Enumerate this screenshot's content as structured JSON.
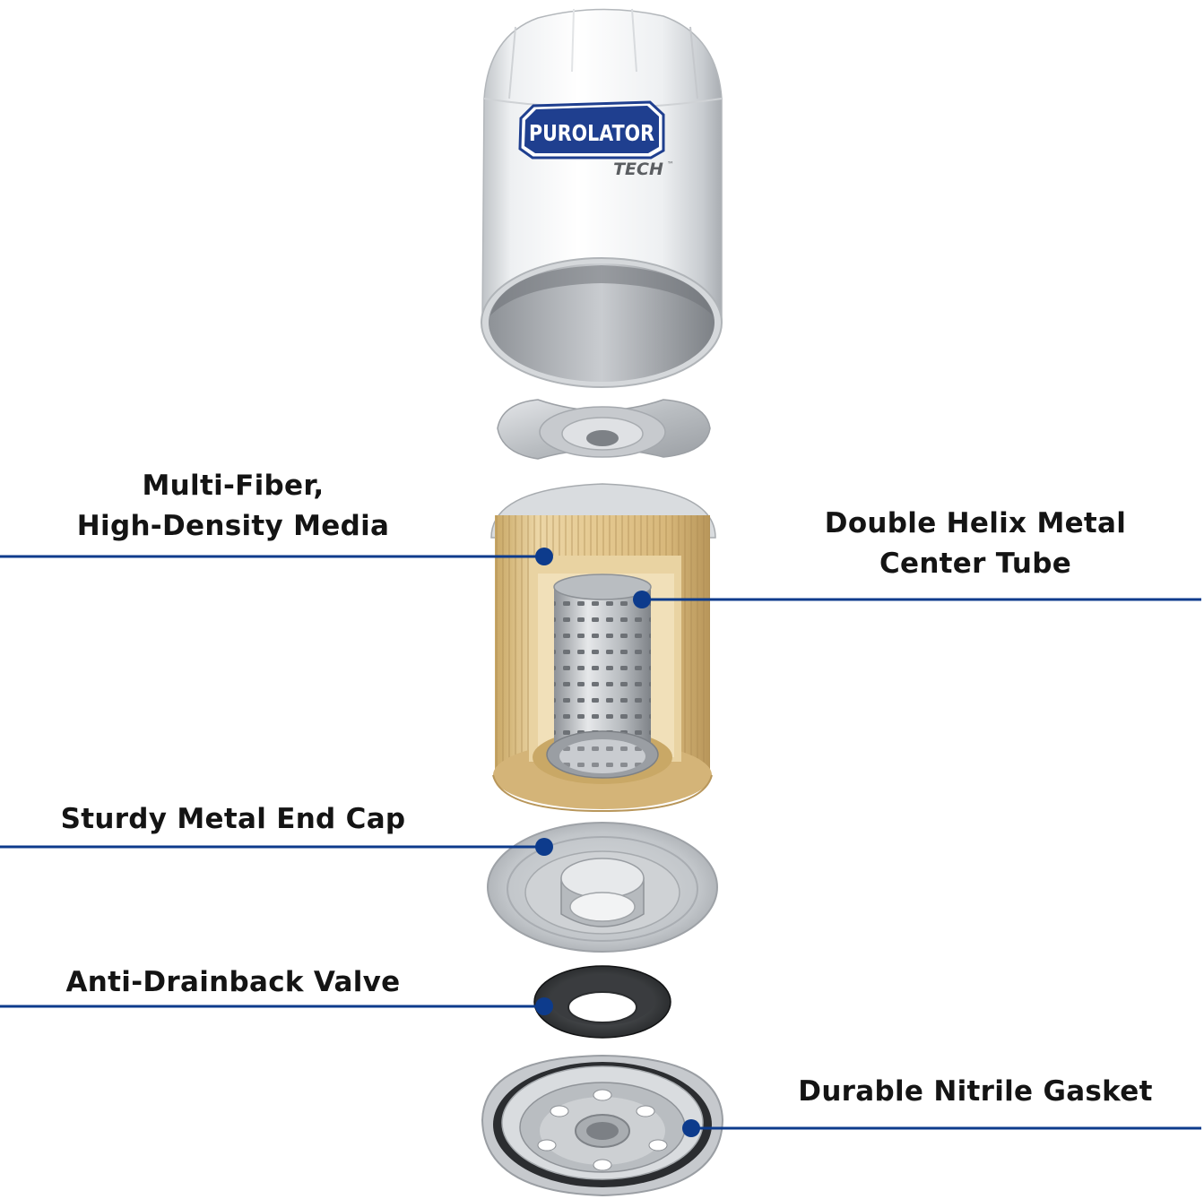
{
  "brand": {
    "name": "PUROLATOR",
    "sub": "TECH",
    "tm": "™"
  },
  "callouts": {
    "media": {
      "line1": "Multi-Fiber,",
      "line2": "High-Density Media"
    },
    "tube": {
      "line1": "Double Helix Metal",
      "line2": "Center Tube"
    },
    "endcap": {
      "text": "Sturdy Metal End Cap"
    },
    "valve": {
      "text": "Anti-Drainback Valve"
    },
    "gasket": {
      "text": "Durable Nitrile Gasket"
    }
  },
  "colors": {
    "callout_line": "#0d3b8c",
    "callout_dot": "#0d3b8c",
    "brand_blue": "#1f3f8f",
    "media_gold": "#d9bd84"
  }
}
